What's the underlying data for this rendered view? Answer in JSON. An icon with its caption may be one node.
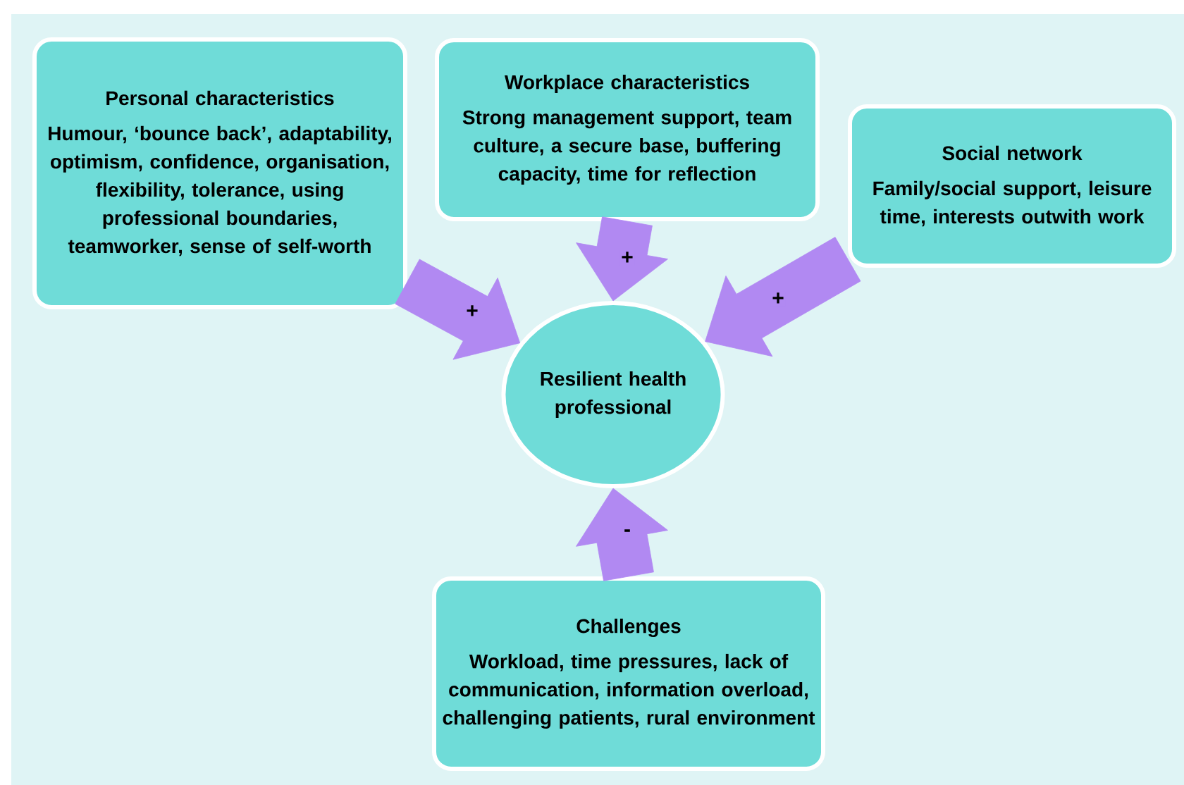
{
  "diagram": {
    "nodes": [
      {
        "text": [
          "Personal characteristics",
          "Humour,  ‘bounce back’, adaptability, optimism, confidence, organisation, flexibility, tolerance, using professional boundaries, teamworker, sense of self-worth"
        ]
      },
      {
        "text": [
          "Workplace characteristics",
          "Strong management support, team culture, a secure base, buffering capacity, time for reflection"
        ]
      },
      {
        "text": [
          "Social network",
          "Family/social support, leisure time, interests outwith work"
        ]
      },
      {
        "text": [
          "Resilient health professional"
        ]
      },
      {
        "text": [
          "Challenges",
          "Workload, time pressures, lack of communication, information overload, challenging patients, rural environment"
        ]
      }
    ],
    "edges": [
      {
        "from": 0,
        "to": 3,
        "arrow": "to",
        "label": "+"
      },
      {
        "from": 1,
        "to": 3,
        "arrow": "to",
        "label": "+"
      },
      {
        "from": 2,
        "to": 3,
        "arrow": "to",
        "label": "+"
      },
      {
        "from": 4,
        "to": 3,
        "arrow": "to",
        "label": "-"
      }
    ]
  }
}
